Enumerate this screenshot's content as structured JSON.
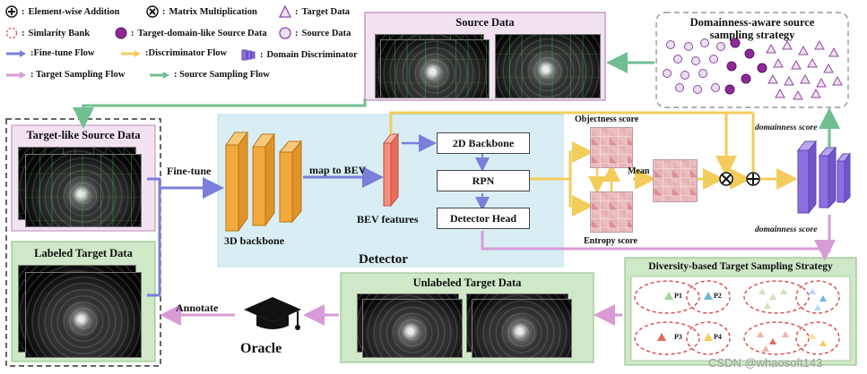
{
  "legend": {
    "elementwise": "Element-wise Addition",
    "matmul": "Matrix Multiplication",
    "target_data": "Target Data",
    "similarity_bank": "Simlarity Bank",
    "target_domain_like": "Target-domain-like Source Data",
    "source_data": "Source Data",
    "finetune_flow": ":Fine-tune Flow",
    "discriminator_flow": ":Discriminator Flow",
    "domain_discriminator": "Domain Discriminator",
    "target_sampling_flow": ": Target Sampling Flow",
    "source_sampling_flow": ": Source Sampling Flow"
  },
  "source_data_panel": {
    "title": "Source Data"
  },
  "domainness_panel": {
    "title_line1": "Domainness-aware source",
    "title_line2": "sampling strategy"
  },
  "target_like_panel": {
    "title": "Target-like Source Data"
  },
  "labeled_target_panel": {
    "title": "Labeled Target Data"
  },
  "detector": {
    "title": "Detector",
    "backbone3d": "3D backbone",
    "map_to_bev": "map to BEV",
    "bev_features": "BEV features",
    "backbone2d": "2D Backbone",
    "rpn": "RPN",
    "detector_head": "Detector Head"
  },
  "scores": {
    "objectness": "Objectness score",
    "mean": "Mean",
    "entropy": "Entropy score",
    "domainness_top": "domainness score",
    "domainness_bottom": "domainness score"
  },
  "finetune_label": "Fine-tune",
  "annotate_label": "Annotate",
  "oracle_label": "Oracle",
  "unlabeled_panel": {
    "title": "Unlabeled Target Data"
  },
  "diversity_panel": {
    "title": "Diversity-based Target Sampling Strategy"
  },
  "cluster_labels": [
    "P1",
    "P2",
    "P3",
    "P4"
  ],
  "watermark": "CSDN @whaosoft143",
  "colors": {
    "finetune_flow": "#7b7fd9",
    "discriminator_flow": "#f2cd5c",
    "target_sampling_flow": "#d99bd6",
    "source_sampling_flow": "#6fbf90",
    "detector_bg": "#d8eef4",
    "panel_green": "#cfe8c8",
    "panel_pink": "#f3e2f2",
    "cluster_red": "#d84a4a",
    "backbone_orange": "#f2a93b",
    "discriminator_purple": "#8c6fe0"
  }
}
